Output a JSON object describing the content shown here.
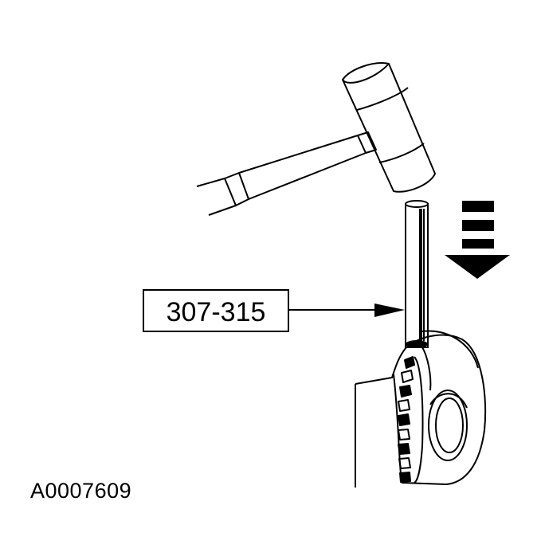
{
  "callout": {
    "tool_number": "307-315"
  },
  "figure": {
    "id": "A0007609"
  },
  "icons": {
    "hammer": "hammer-icon",
    "drift": "drift-tool",
    "direction_arrow": "down-arrow-icon",
    "gear": "gear-housing"
  },
  "colors": {
    "line": "#000000",
    "background": "#ffffff"
  }
}
